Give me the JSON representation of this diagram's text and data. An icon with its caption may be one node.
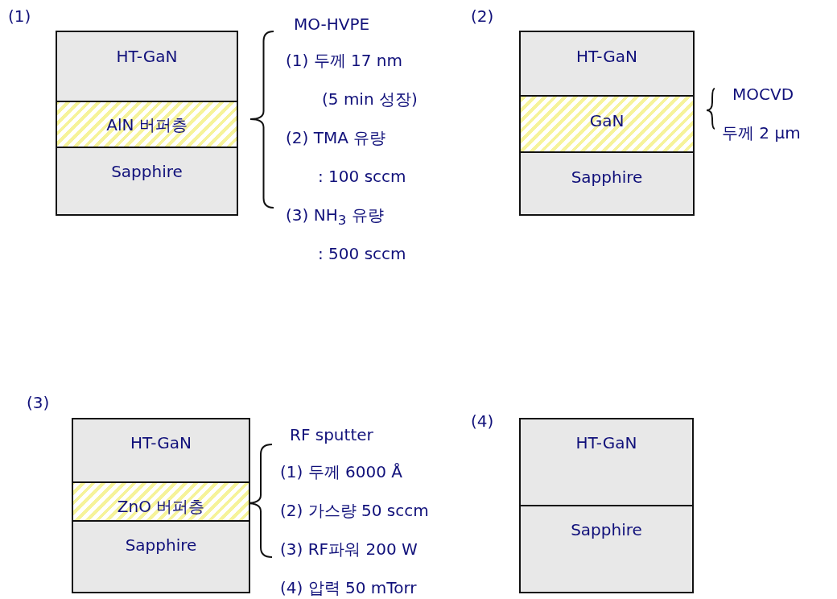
{
  "diagram": {
    "nodes": [
      {
        "text": [
          "HT-GaN"
        ]
      },
      {
        "text": [
          "AlN 버퍼층"
        ]
      },
      {
        "text": [
          "Sapphire"
        ]
      },
      {
        "text": [
          "HT-GaN"
        ]
      },
      {
        "text": [
          "GaN"
        ]
      },
      {
        "text": [
          "Sapphire"
        ]
      },
      {
        "text": [
          "HT-GaN"
        ]
      },
      {
        "text": [
          "ZnO 버퍼층"
        ]
      },
      {
        "text": [
          "Sapphire"
        ]
      },
      {
        "text": [
          "HT-GaN"
        ]
      },
      {
        "text": [
          "Sapphire"
        ]
      }
    ],
    "labels": [
      "(1)",
      "MO-HVPE",
      "(1) 두께 17 nm",
      "(5 min 성장)",
      "(2) TMA 유량",
      ": 100 sccm",
      "(3) NH$_{3}$ 유량",
      ": 500 sccm",
      "(2)",
      "MOCVD",
      "두께 2 μm",
      "(3)",
      "RF sputter",
      "(1) 두께 6000 Å",
      "(2) 가스량 50 sccm",
      "(3) RF파워 200 W",
      "(4) 압력 50 mTorr",
      "(4)"
    ]
  }
}
